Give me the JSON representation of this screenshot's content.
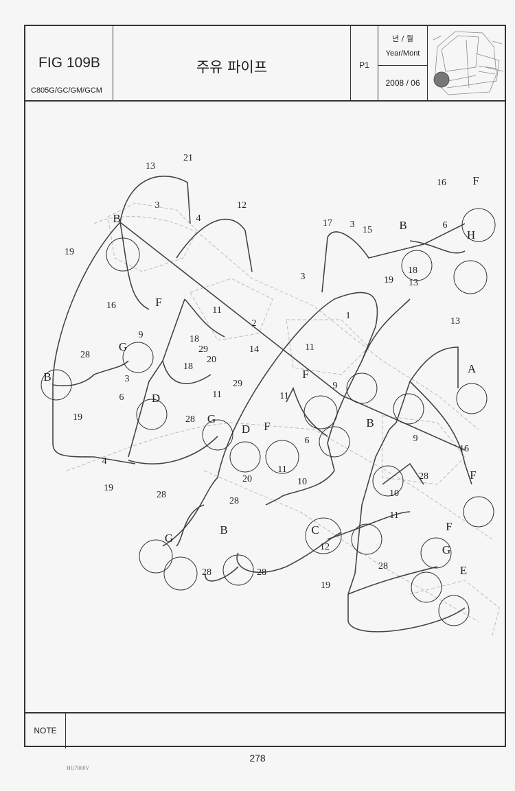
{
  "header": {
    "figure": "FIG 109B",
    "models": "C805G/GC/GM/GCM",
    "title": "주유 파이프",
    "page_ref": "P1",
    "year_month_ko": "년 / 월",
    "year_month_en": "Year/Mont",
    "date": "2008 / 06"
  },
  "diagram": {
    "drawing_code": "HU7000V",
    "callouts": [
      "13",
      "21",
      "3",
      "4",
      "12",
      "B",
      "19",
      "16",
      "F",
      "11",
      "9",
      "18",
      "29",
      "20",
      "14",
      "29",
      "28",
      "G",
      "B",
      "3",
      "18",
      "11",
      "6",
      "D",
      "19",
      "28",
      "G",
      "D",
      "4",
      "19",
      "28",
      "28",
      "G",
      "20",
      "11",
      "10",
      "17",
      "3",
      "15",
      "B",
      "16",
      "F",
      "6",
      "H",
      "18",
      "19",
      "13",
      "3",
      "2",
      "1",
      "11",
      "F",
      "9",
      "13",
      "A",
      "11",
      "F",
      "6",
      "B",
      "9",
      "16",
      "F",
      "28",
      "10",
      "11",
      "C",
      "F",
      "B",
      "28",
      "28",
      "12",
      "19",
      "28",
      "G",
      "E"
    ]
  },
  "note": {
    "label": "NOTE"
  },
  "page_number": "278"
}
